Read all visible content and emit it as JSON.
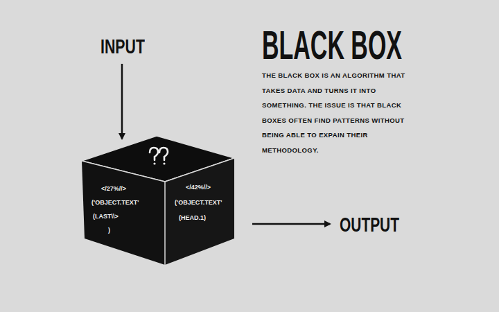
{
  "diagram": {
    "title": "BLACK BOX",
    "nodes": [
      {
        "text": [
          "</27%//>",
          "('OBJECT.TEXT'",
          "(LAST\\\\>",
          ")",
          "</42%//>",
          "('OBJECT.TEXT'",
          "(HEAD.1)"
        ]
      }
    ],
    "labels": [
      "INPUT",
      "THE BLACK BOX IS AN ALGORITHM THAT TAKES DATA AND TURNS IT INTO SOMETHING. THE ISSUE IS THAT BLACK BOXES OFTEN FIND PATTERNS WITHOUT BEING ABLE TO EXPAIN THEIR METHODOLOGY.",
      "OUTPUT"
    ]
  }
}
